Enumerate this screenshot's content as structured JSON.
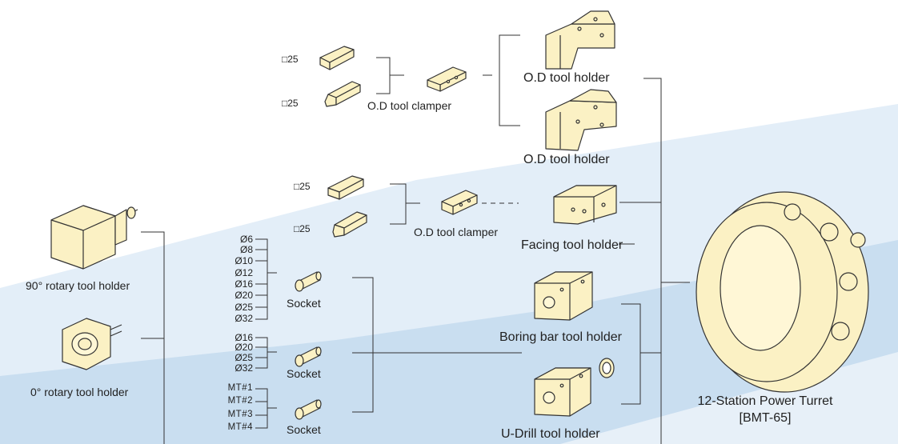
{
  "shank_sizes": {
    "s1": "□25",
    "s2": "□25",
    "s3": "□25",
    "s4": "□25"
  },
  "labels": {
    "od_clamper_1": "O.D tool clamper",
    "od_clamper_2": "O.D tool clamper",
    "od_holder_1": "O.D tool holder",
    "od_holder_2": "O.D tool holder",
    "facing_holder": "Facing tool holder",
    "boring_holder": "Boring bar tool holder",
    "udrill_holder": "U-Drill tool holder",
    "rotary_90": "90° rotary tool holder",
    "rotary_0": "0° rotary tool holder",
    "socket_1": "Socket",
    "socket_2": "Socket",
    "socket_3": "Socket",
    "turret_name": "12-Station Power Turret",
    "turret_model": "[BMT-65]"
  },
  "socket_sizes_1": [
    "Ø6",
    "Ø8",
    "Ø10",
    "Ø12",
    "Ø16",
    "Ø20",
    "Ø25",
    "Ø32"
  ],
  "socket_sizes_2": [
    "Ø16",
    "Ø20",
    "Ø25",
    "Ø32"
  ],
  "socket_sizes_3": [
    "MT#1",
    "MT#2",
    "MT#3",
    "MT#4"
  ],
  "colors": {
    "part_fill": "#fbf1c4",
    "outline": "#333333",
    "background_accent": "#c6dcee"
  }
}
